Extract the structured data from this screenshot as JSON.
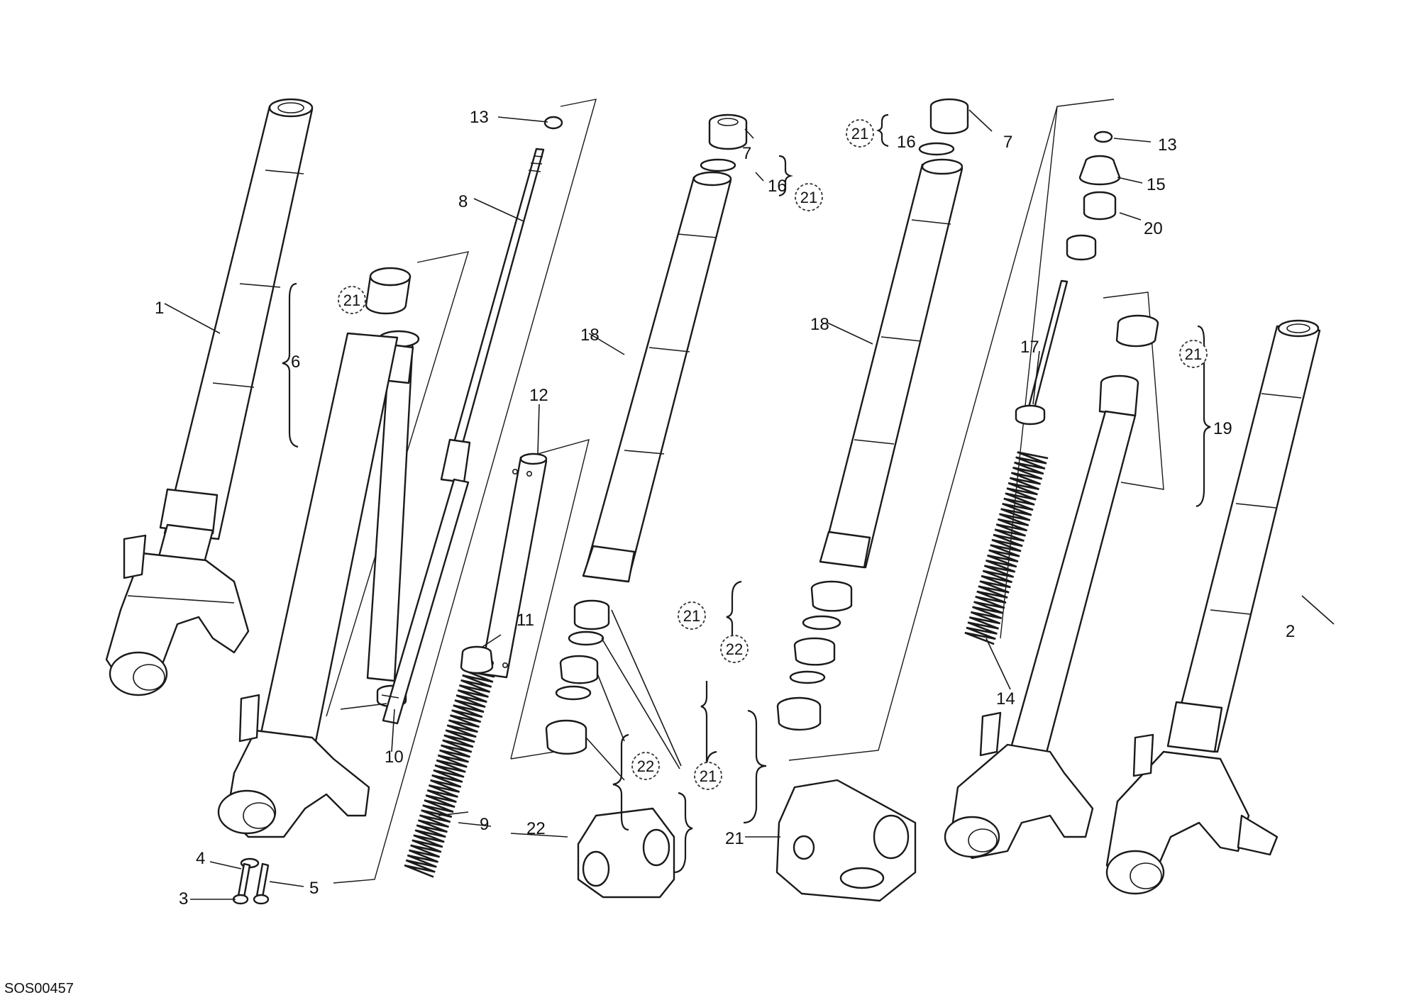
{
  "diagram": {
    "code": "SOS00457",
    "labels": {
      "l1": "1",
      "l2": "2",
      "l3": "3",
      "l4": "4",
      "l5": "5",
      "l6": "6",
      "l7a": "7",
      "l7b": "7",
      "l8": "8",
      "l9": "9",
      "l10": "10",
      "l11": "11",
      "l12": "12",
      "l13a": "13",
      "l13b": "13",
      "l14": "14",
      "l15": "15",
      "l16a": "16",
      "l16b": "16",
      "l17": "17",
      "l18a": "18",
      "l18b": "18",
      "l19": "19",
      "l20": "20",
      "l21": "21",
      "l22": "22"
    },
    "kits": {
      "k21a": "21",
      "k21b": "21",
      "k21c": "21",
      "k21d": "21",
      "k21e": "21",
      "k21f": "21",
      "k22a": "22",
      "k22b": "22"
    }
  }
}
